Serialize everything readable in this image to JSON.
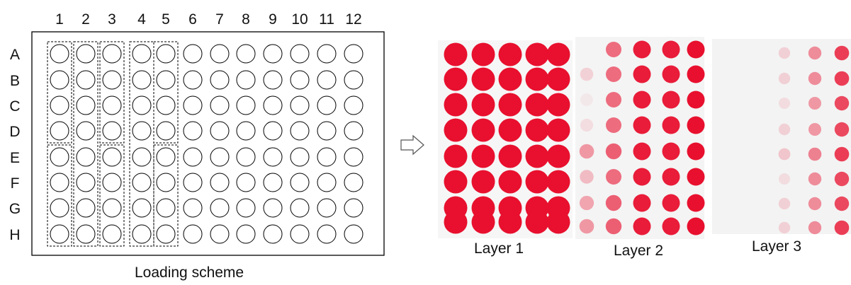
{
  "loading_scheme": {
    "column_labels": [
      "1",
      "2",
      "3",
      "4",
      "5",
      "6",
      "7",
      "8",
      "9",
      "10",
      "11",
      "12"
    ],
    "row_labels": [
      "A",
      "B",
      "C",
      "D",
      "E",
      "F",
      "G",
      "H"
    ],
    "caption": "Loading scheme",
    "dashed_groups": [
      {
        "columns": [
          1
        ],
        "rows": [
          "A",
          "B",
          "C",
          "D"
        ]
      },
      {
        "columns": [
          1
        ],
        "rows": [
          "E",
          "F",
          "G",
          "H"
        ]
      },
      {
        "columns": [
          2
        ],
        "rows": [
          "A",
          "B",
          "C",
          "D",
          "E",
          "F",
          "G",
          "H"
        ]
      },
      {
        "columns": [
          3
        ],
        "rows": [
          "A",
          "B",
          "C",
          "D"
        ]
      },
      {
        "columns": [
          3
        ],
        "rows": [
          "E",
          "F",
          "G",
          "H"
        ]
      },
      {
        "columns": [
          4
        ],
        "rows": [
          "A",
          "B",
          "C",
          "D",
          "E",
          "F",
          "G",
          "H"
        ]
      },
      {
        "columns": [
          5
        ],
        "rows": [
          "A",
          "B",
          "C",
          "D"
        ]
      },
      {
        "columns": [
          5
        ],
        "rows": [
          "E",
          "F",
          "G",
          "H"
        ]
      }
    ]
  },
  "arrow": {
    "icon": "right-arrow-icon",
    "fill": "#ffffff",
    "stroke": "#555555"
  },
  "spot_color": "#e8102e",
  "layers": [
    {
      "caption": "Layer 1",
      "spot_intensity": [
        [
          1,
          1,
          1,
          1,
          1
        ],
        [
          1,
          1,
          1,
          1,
          1
        ],
        [
          1,
          1,
          1,
          1,
          1
        ],
        [
          1,
          1,
          1,
          1,
          1
        ],
        [
          1,
          1,
          1,
          1,
          1
        ],
        [
          1,
          1,
          1,
          1,
          1
        ],
        [
          1,
          1,
          1,
          1,
          1
        ],
        [
          1,
          1,
          1,
          1,
          1
        ]
      ]
    },
    {
      "caption": "Layer 2",
      "spot_intensity": [
        [
          0,
          0.6,
          0.95,
          0.95,
          1
        ],
        [
          0.15,
          0.6,
          0.95,
          0.95,
          1
        ],
        [
          0.05,
          0.6,
          0.95,
          0.95,
          1
        ],
        [
          0.1,
          0.6,
          0.95,
          0.95,
          1
        ],
        [
          0.4,
          0.65,
          0.95,
          0.95,
          1
        ],
        [
          0.25,
          0.6,
          0.95,
          0.95,
          1
        ],
        [
          0.35,
          0.65,
          0.95,
          0.95,
          1
        ],
        [
          0.4,
          0.65,
          0.95,
          0.95,
          1
        ]
      ]
    },
    {
      "caption": "Layer 3",
      "spot_intensity": [
        [
          0,
          0,
          0,
          0.15,
          0.45,
          0.8
        ],
        [
          0,
          0,
          0,
          0.15,
          0.45,
          0.8
        ],
        [
          0,
          0,
          0,
          0.1,
          0.4,
          0.75
        ],
        [
          0,
          0,
          0,
          0.15,
          0.4,
          0.75
        ],
        [
          0,
          0,
          0,
          0.2,
          0.5,
          0.8
        ],
        [
          0,
          0,
          0,
          0.1,
          0.45,
          0.75
        ],
        [
          0,
          0,
          0,
          0.15,
          0.45,
          0.75
        ],
        [
          0,
          0,
          0,
          0.15,
          0.45,
          0.8
        ]
      ]
    }
  ]
}
